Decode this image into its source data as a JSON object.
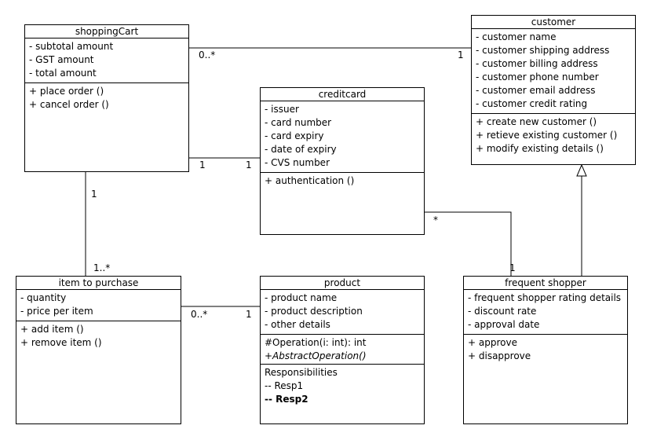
{
  "classes": {
    "shoppingCart": {
      "name": "shoppingCart",
      "attributes": [
        "- subtotal amount",
        "- GST amount",
        "- total amount"
      ],
      "operations": [
        "+ place order ()",
        "+ cancel order ()"
      ]
    },
    "customer": {
      "name": "customer",
      "attributes": [
        "- customer name",
        "- customer shipping address",
        "- customer billing address",
        "- customer phone number",
        "- customer email address",
        "- customer credit rating"
      ],
      "operations": [
        "+ create new customer ()",
        "+ retieve existing customer ()",
        "+ modify existing details ()"
      ]
    },
    "creditcard": {
      "name": "creditcard",
      "attributes": [
        "- issuer",
        "- card number",
        "- card expiry",
        "- date of expiry",
        "- CVS number"
      ],
      "operations": [
        "+ authentication ()"
      ]
    },
    "item": {
      "name": "item to purchase",
      "attributes": [
        "- quantity",
        "- price per item"
      ],
      "operations": [
        "+ add item ()",
        "+ remove item ()"
      ]
    },
    "product": {
      "name": "product",
      "attributes": [
        "- product name",
        "- product description",
        "- other details"
      ],
      "operations": [
        "#Operation(i: int): int",
        "+AbstractOperation()"
      ],
      "responsibilities_title": "Responsibilities",
      "responsibilities": [
        "-- Resp1",
        "-- Resp2"
      ]
    },
    "frequent": {
      "name": "frequent shopper",
      "attributes": [
        "- frequent shopper rating details",
        "- discount rate",
        "- approval date"
      ],
      "operations": [
        "+ approve",
        "+ disapprove"
      ]
    }
  },
  "multiplicities": {
    "cart_customer_cart": "0..*",
    "cart_customer_customer": "1",
    "cart_card_cart": "1",
    "cart_card_card": "1",
    "cart_item_cart": "1",
    "cart_item_item": "1..*",
    "card_frequent_card": "*",
    "card_frequent_frequent": "1",
    "item_product_item": "0..*",
    "item_product_product": "1"
  }
}
